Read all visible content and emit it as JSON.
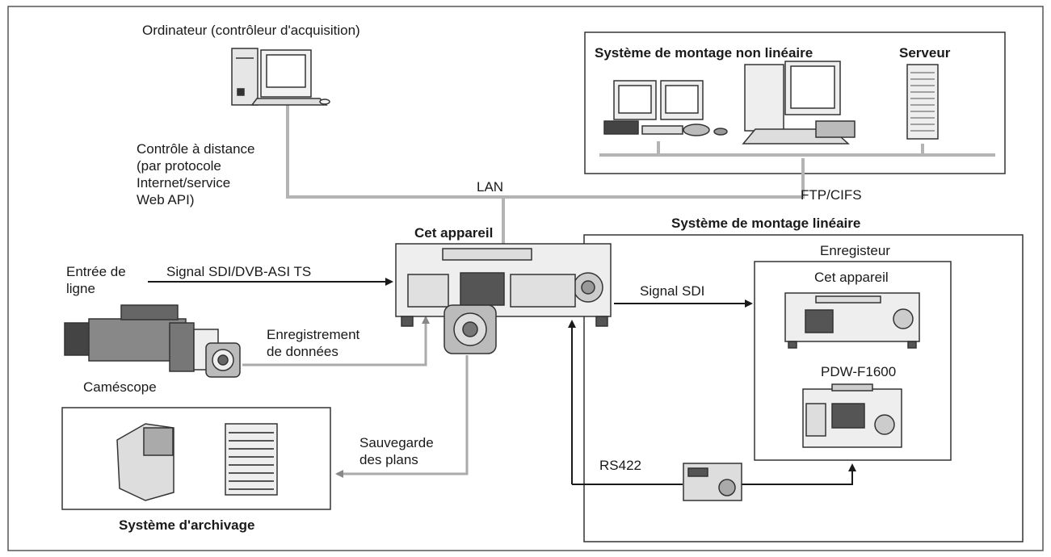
{
  "labels": {
    "computer": "Ordinateur (contrôleur d'acquisition)",
    "nle_system": "Système de montage non linéaire",
    "server": "Serveur",
    "remote_control": "Contrôle à distance\n(par protocole\nInternet/service\nWeb API)",
    "lan": "LAN",
    "ftp": "FTP/CIFS",
    "linear_system": "Système de montage linéaire",
    "this_unit": "Cet appareil",
    "recorder": "Enregisteur",
    "recorder_unit": "Cet appareil",
    "line_input": "Entrée de\nligne",
    "sdi_dvb": "Signal SDI/DVB-ASI TS",
    "sdi_signal": "Signal SDI",
    "data_recording": "Enregistrement\nde données",
    "camcorder": "Caméscope",
    "pdw": "PDW-F1600",
    "backup": "Sauvegarde\ndes plans",
    "rs422": "RS422",
    "archive": "Système d'archivage"
  },
  "colors": {
    "line": "#b4b4b4",
    "arrow": "#1a1a1a",
    "box": "#333333",
    "device": "#3a3a3a"
  }
}
